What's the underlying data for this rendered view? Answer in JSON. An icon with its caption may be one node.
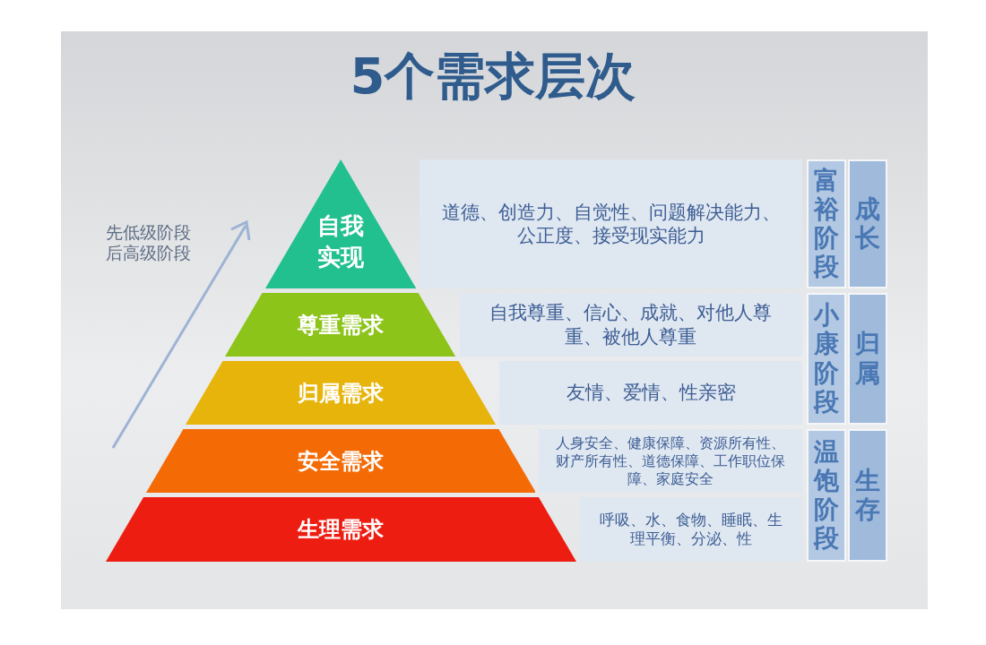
{
  "diagram": {
    "title": "5个需求层次",
    "nodes": [
      {
        "text": [
          "自我实现"
        ]
      },
      {
        "text": [
          "道德、创造力、自觉性、问题解决能力、公正度、接受现实能力"
        ]
      },
      {
        "text": [
          "富裕阶段"
        ]
      },
      {
        "text": [
          "成长"
        ]
      },
      {
        "text": [
          "尊重需求"
        ]
      },
      {
        "text": [
          "自我尊重、信心、成就、对他人尊重、被他人尊重"
        ]
      },
      {
        "text": [
          "小康阶段"
        ]
      },
      {
        "text": [
          "归属"
        ]
      },
      {
        "text": [
          "归属需求"
        ]
      },
      {
        "text": [
          "友情、爱情、性亲密"
        ]
      },
      {
        "text": [
          "安全需求"
        ]
      },
      {
        "text": [
          "人身安全、健康保障、资源所有性、财产所有性、道德保障、工作职位保障、家庭安全"
        ]
      },
      {
        "text": [
          "温饱阶段"
        ]
      },
      {
        "text": [
          "生存"
        ]
      },
      {
        "text": [
          "生理需求"
        ]
      },
      {
        "text": [
          "呼吸、水、食物、睡眠、生理平衡、分泌、性"
        ]
      }
    ],
    "edges": [],
    "labels": [
      "先低级阶段后高级阶段"
    ]
  }
}
